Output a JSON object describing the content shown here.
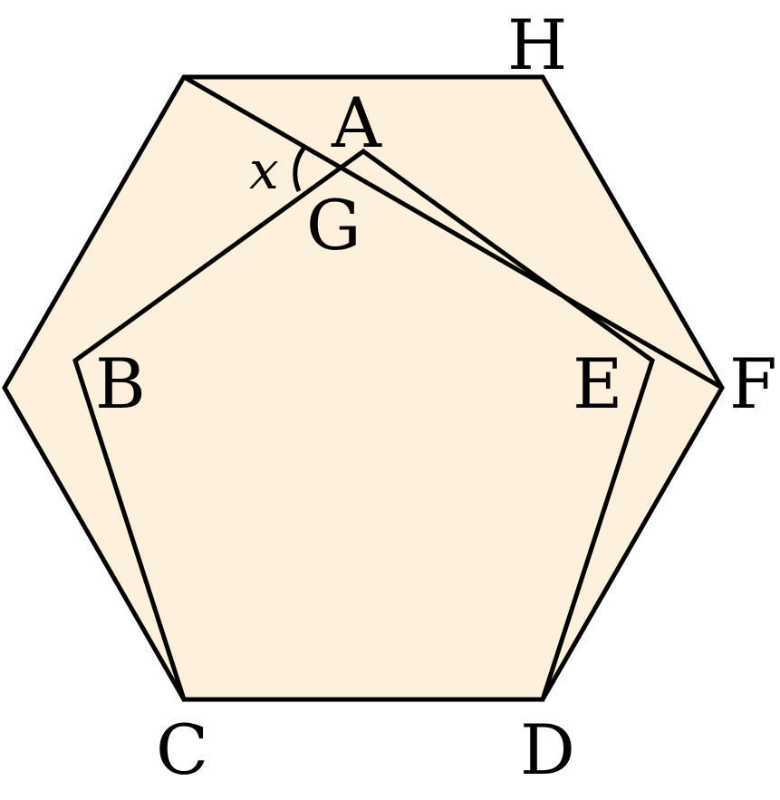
{
  "diagram": {
    "fill_color": "#fdf0dc",
    "stroke_color": "#000000",
    "labels": {
      "H": "H",
      "A": "A",
      "G": "G",
      "B": "B",
      "E": "E",
      "F": "F",
      "C": "C",
      "D": "D"
    },
    "angle_label": "x"
  }
}
